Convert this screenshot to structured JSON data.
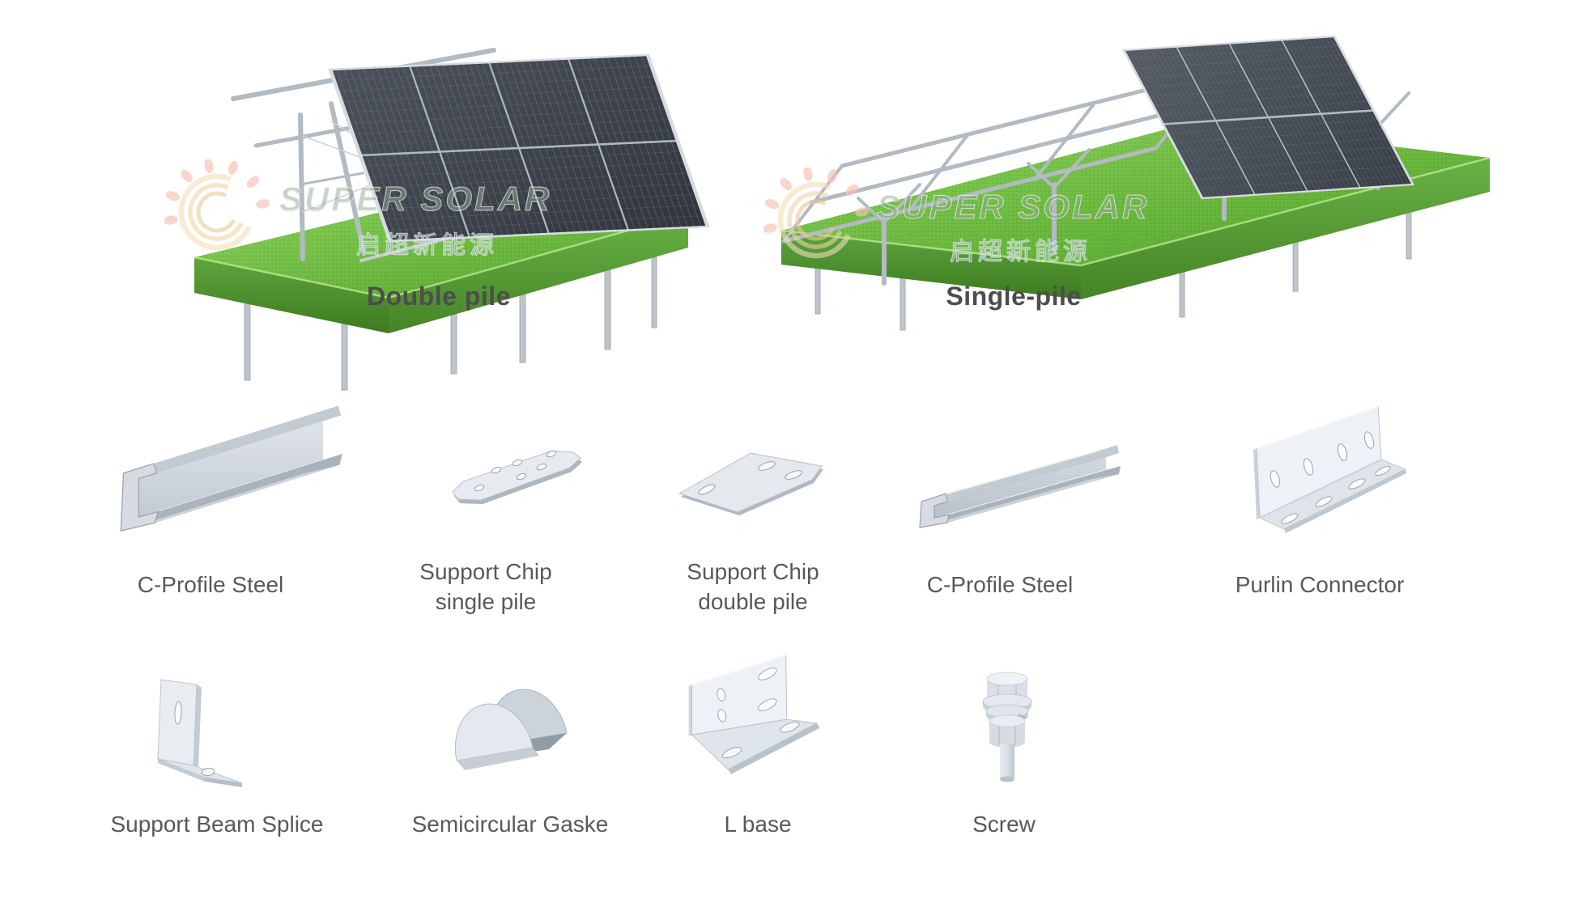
{
  "hero": {
    "watermark": {
      "brand": "SUPER SOLAR",
      "brand_cn": "启超新能源"
    },
    "items": [
      {
        "label": "Double pile"
      },
      {
        "label": "Single-pile"
      }
    ]
  },
  "parts": {
    "row1": [
      {
        "label": "C-Profile Steel"
      },
      {
        "label": "Support Chip\nsingle pile"
      },
      {
        "label": "Support Chip\ndouble pile"
      },
      {
        "label": "C-Profile Steel"
      },
      {
        "label": "Purlin Connector"
      }
    ],
    "row2": [
      {
        "label": "Support Beam Splice"
      },
      {
        "label": "Semicircular Gaske"
      },
      {
        "label": "L base"
      },
      {
        "label": "Screw"
      }
    ]
  },
  "palette": {
    "grass_green": "#5fae35",
    "steel_light": "#e8ecef",
    "steel_mid": "#c3cbd3",
    "panel_dark": "#3a4047",
    "title_text": "#4d4d4d",
    "label_text": "#595959",
    "watermark_ring": "#f0d6a8",
    "watermark_petal": "#f5c3b8"
  }
}
